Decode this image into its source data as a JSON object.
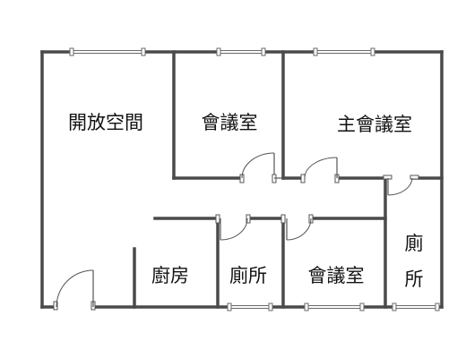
{
  "rooms": {
    "open_space": "開放空間",
    "meeting_room_top": "會議室",
    "main_meeting_room": "主會議室",
    "kitchen": "廚房",
    "restroom_middle": "廁所",
    "meeting_room_bottom": "會議室",
    "restroom_right_line1": "廁",
    "restroom_right_line2": "所"
  }
}
